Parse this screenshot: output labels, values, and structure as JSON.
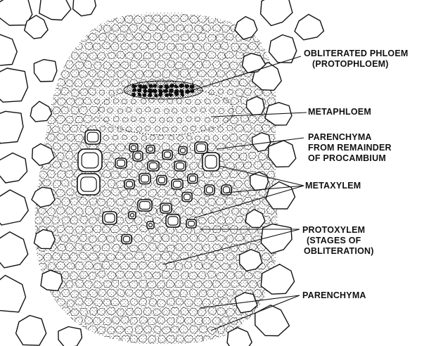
{
  "labels": {
    "obliterated_phloem_1": "OBLITERATED PHLOEM",
    "obliterated_phloem_2": "(PROTOPHLOEM)",
    "metaphloem": "METAPHLOEM",
    "parenchyma_procambium_1": "PARENCHYMA",
    "parenchyma_procambium_2": "FROM REMAINDER",
    "parenchyma_procambium_3": "OF PROCAMBIUM",
    "metaxylem": "METAXYLEM",
    "protoxylem_1": "PROTOXYLEM",
    "protoxylem_2": "(STAGES OF",
    "protoxylem_3": "OBLITERATION)",
    "parenchyma": "PARENCHYMA"
  },
  "colors": {
    "ink": "#111111",
    "paper": "#ffffff",
    "stipple": "#2a2a2a"
  }
}
